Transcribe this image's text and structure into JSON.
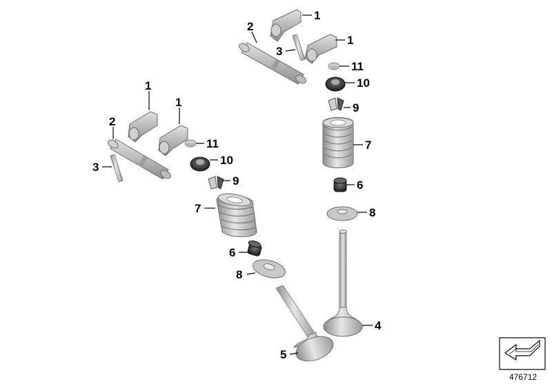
{
  "diagram": {
    "id_text": "476712",
    "callouts": {
      "r_rocker_a": "1",
      "r_rocker_b": "1",
      "r_shaft": "2",
      "r_pin": "3",
      "r_cap": "11",
      "r_retainer": "10",
      "r_keepers": "9",
      "r_spring": "7",
      "r_seal": "6",
      "r_seat": "8",
      "r_valve": "4",
      "l_rocker_a": "1",
      "l_rocker_b": "1",
      "l_shaft": "2",
      "l_pin": "3",
      "l_cap": "11",
      "l_retainer": "10",
      "l_keepers": "9",
      "l_spring": "7",
      "l_seal": "6",
      "l_seat": "8",
      "l_valve": "5"
    }
  }
}
